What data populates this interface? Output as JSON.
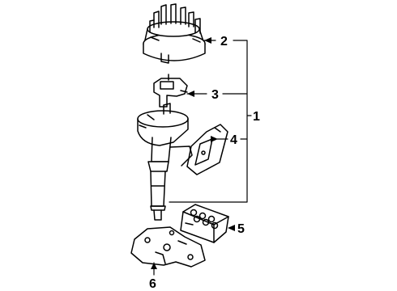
{
  "diagram": {
    "callouts": [
      {
        "id": "1",
        "label": "1"
      },
      {
        "id": "2",
        "label": "2"
      },
      {
        "id": "3",
        "label": "3"
      },
      {
        "id": "4",
        "label": "4"
      },
      {
        "id": "5",
        "label": "5"
      },
      {
        "id": "6",
        "label": "6"
      }
    ],
    "colors": {
      "ink": "#000000",
      "paper": "#ffffff"
    }
  }
}
